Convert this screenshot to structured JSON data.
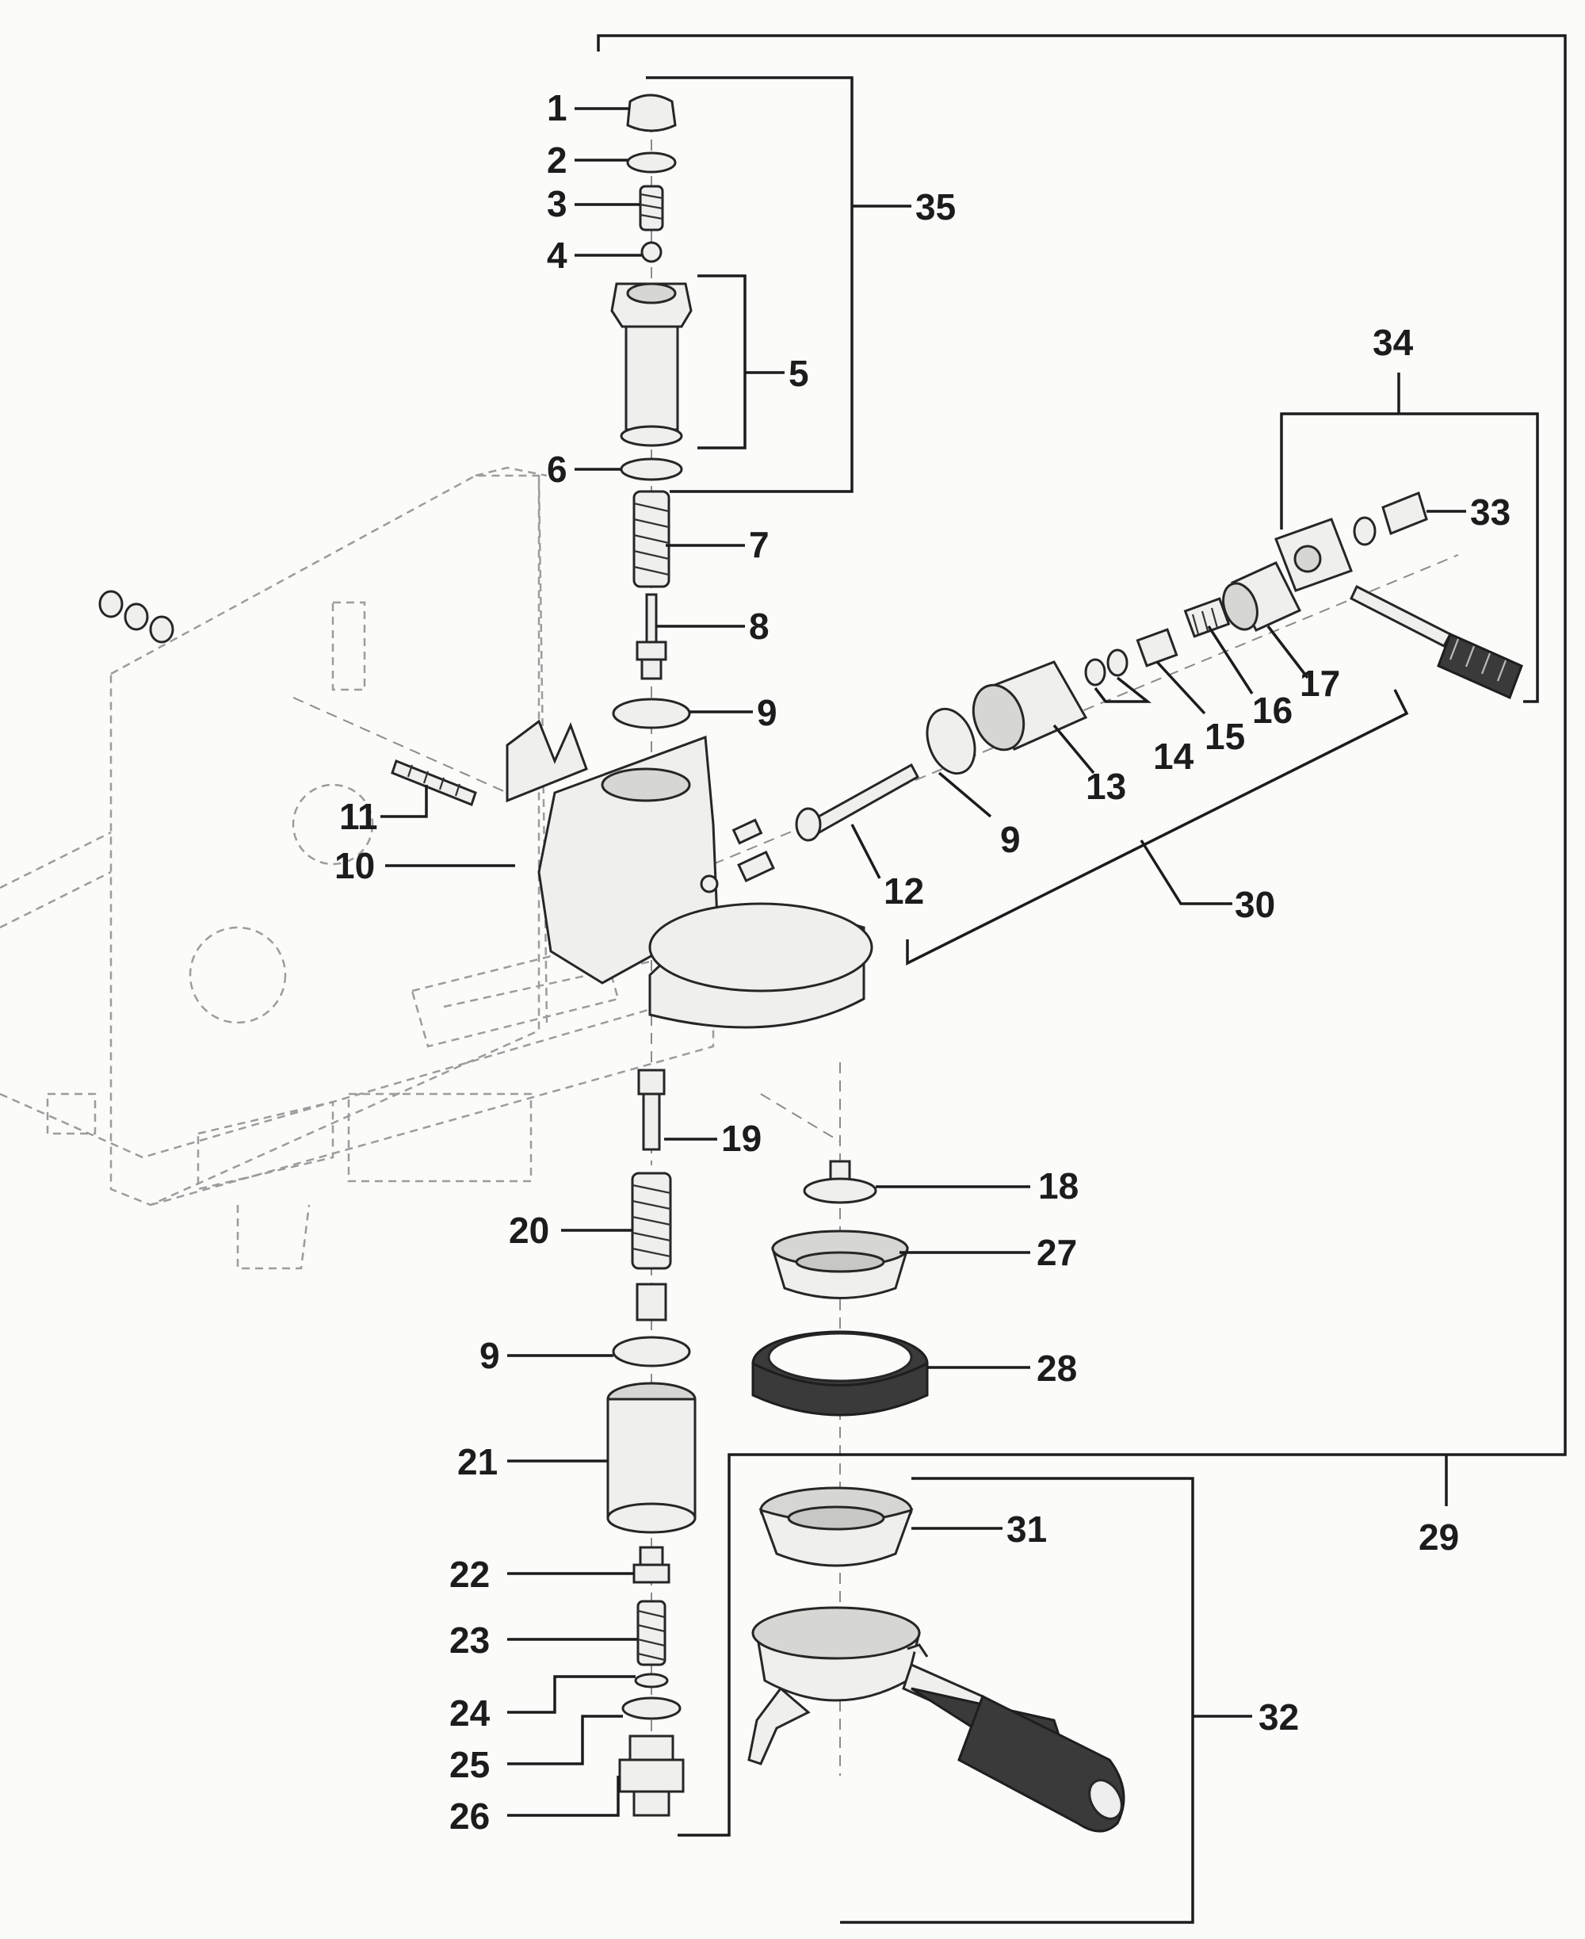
{
  "callouts": {
    "c1": "1",
    "c2": "2",
    "c3": "3",
    "c4": "4",
    "c5": "5",
    "c6": "6",
    "c7": "7",
    "c8": "8",
    "c9a": "9",
    "c9b": "9",
    "c9c": "9",
    "c10": "10",
    "c11": "11",
    "c12": "12",
    "c13": "13",
    "c14": "14",
    "c15": "15",
    "c16": "16",
    "c17": "17",
    "c18": "18",
    "c19": "19",
    "c20": "20",
    "c21": "21",
    "c22": "22",
    "c23": "23",
    "c24": "24",
    "c25": "25",
    "c26": "26",
    "c27": "27",
    "c28": "28",
    "c29": "29",
    "c30": "30",
    "c31": "31",
    "c32": "32",
    "c33": "33",
    "c34": "34",
    "c35": "35"
  },
  "colors": {
    "ink": "#1c1c1c",
    "paper": "#fbfbfa",
    "ghost": "#9c9c9c"
  }
}
